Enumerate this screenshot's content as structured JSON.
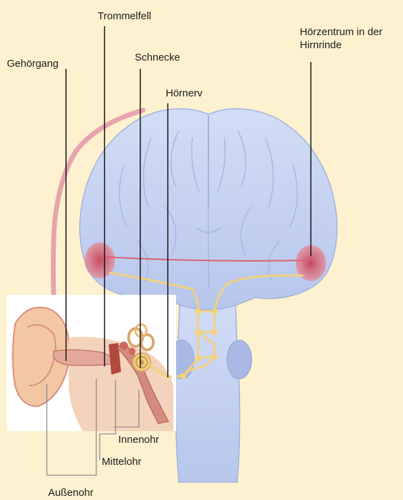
{
  "labels": {
    "trommelfell": "Trommelfell",
    "hoerzentrum": "Hörzentrum in der Hirnrinde",
    "gehoergang": "Gehörgang",
    "schnecke": "Schnecke",
    "hoernerv": "Hörnerv",
    "innenohr": "Innenohr",
    "mittelohr": "Mittelohr",
    "aussenohr": "Außenohr"
  },
  "colors": {
    "background": "#fdf1cf",
    "brain": "#c9d6f2",
    "brain_outline": "#9fb1dc",
    "auditory_center": "#d9606f",
    "nerve_pathway": "#f2d27c",
    "connection_red": "#d9606f",
    "pink_tube": "#e8a3ad",
    "ear_skin": "#f3c7a6",
    "leader_line": "#111111"
  }
}
